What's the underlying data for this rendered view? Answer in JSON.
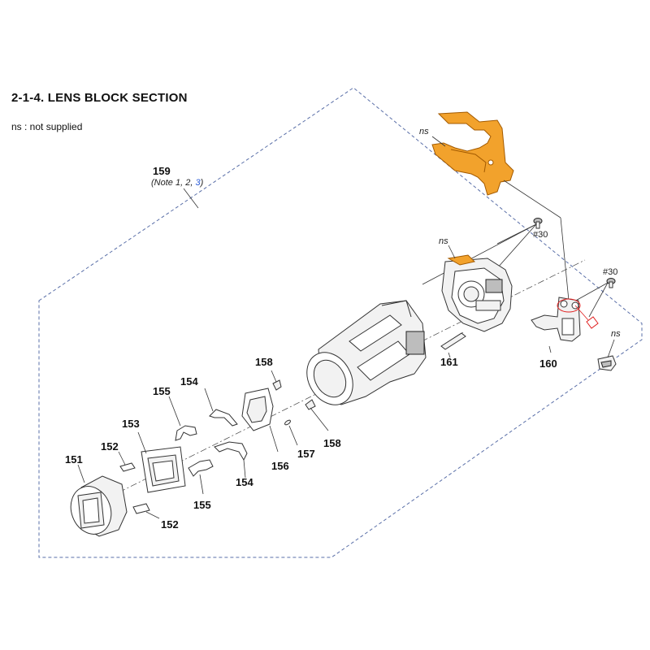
{
  "header": {
    "title": "2-1-4. LENS BLOCK SECTION",
    "note": "ns : not supplied"
  },
  "callouts": {
    "c159": "159",
    "note159": {
      "prefix": "(Note ",
      "n1": "1",
      "sep1": ", ",
      "n2": "2",
      "sep2": ", ",
      "n3": "3",
      "suffix": ")"
    },
    "c151": "151",
    "c152a": "152",
    "c152b": "152",
    "c153": "153",
    "c154a": "154",
    "c154b": "154",
    "c155a": "155",
    "c155b": "155",
    "c156": "156",
    "c157": "157",
    "c158a": "158",
    "c158b": "158",
    "c160": "160",
    "c161": "161",
    "ns_top": "ns",
    "ns_mid": "ns",
    "ns_right": "ns",
    "screw_top": "#30",
    "screw_right": "#30"
  },
  "colors": {
    "border": "#5a6fa8",
    "flex": "#f2a22c",
    "note_link": "#2a5bd7",
    "marker": "#e02020"
  }
}
